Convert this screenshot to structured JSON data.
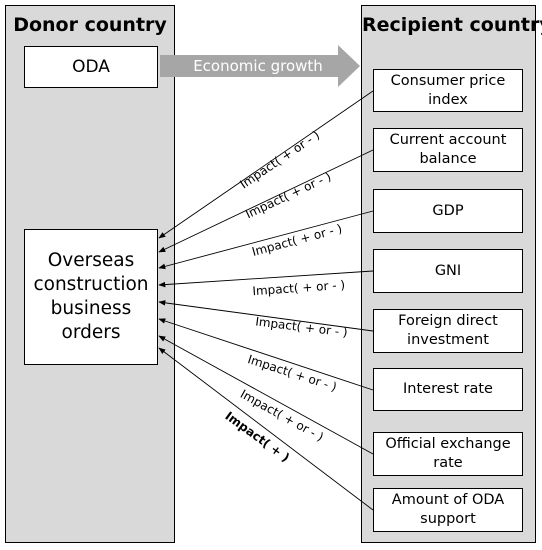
{
  "donor": {
    "title": "Donor country",
    "oda_label": "ODA",
    "orders_label": "Overseas construction business orders"
  },
  "recipient": {
    "title": "Recipient country",
    "items": [
      {
        "label": "Consumer price index"
      },
      {
        "label": "Current account balance"
      },
      {
        "label": "GDP"
      },
      {
        "label": "GNI"
      },
      {
        "label": "Foreign direct investment"
      },
      {
        "label": "Interest rate"
      },
      {
        "label": "Official exchange rate"
      },
      {
        "label": "Amount of ODA support"
      }
    ]
  },
  "growth_arrow": {
    "label": "Economic growth",
    "color": "#a6a6a6",
    "text_color": "#ffffff"
  },
  "impact_labels": [
    "Impact( + or - )",
    "Impact( + or - )",
    "Impact( + or - )",
    "Impact( + or - )",
    "Impact( + or - )",
    "Impact( + or - )",
    "Impact( + or - )",
    "Impact( + )"
  ],
  "colors": {
    "panel": "#d9d9d9",
    "box": "#ffffff",
    "line": "#000000"
  }
}
